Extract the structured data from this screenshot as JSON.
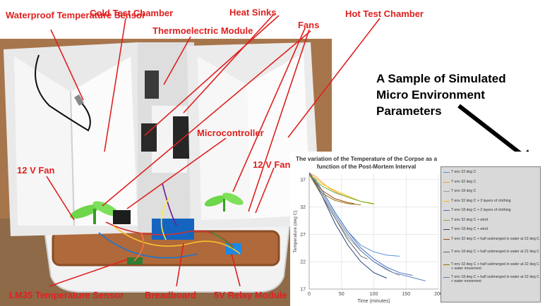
{
  "labels": {
    "waterproof_sensor": "Waterproof Temperature Sensor",
    "cold_chamber": "Cold Test Chamber",
    "heat_sinks": "Heat Sinks",
    "hot_chamber": "Hot Test Chamber",
    "thermoelectric": "Thermoelectric Module",
    "fans": "Fans",
    "microcontroller": "Microcontroller",
    "fan_left": "12 V Fan",
    "fan_right": "12 V Fan",
    "lm35": "LM35 Temperature Sensor",
    "breadboard": "Breadboard",
    "relay": "5V Relay Module"
  },
  "sample_heading": "A Sample of Simulated Micro Environment Parameters",
  "label_color": "#e02020",
  "chart_data": {
    "type": "line",
    "title": "The variation of the Temperature of the Corpse as a function of the Post-Mortem Interval",
    "xlabel": "Time (minutes)",
    "ylabel": "Temperature (deg C)",
    "xlim": [
      0,
      200
    ],
    "ylim": [
      17,
      38
    ],
    "xticks": [
      0,
      50,
      100,
      150,
      200
    ],
    "yticks": [
      17,
      22,
      27,
      32,
      37
    ],
    "grid": true,
    "legend_position": "right",
    "series": [
      {
        "name": "T env 22 deg C",
        "color": "#5b8fd0",
        "x": [
          0,
          10,
          20,
          40,
          60,
          80,
          100,
          120,
          140
        ],
        "y": [
          38.3,
          37.0,
          35.0,
          31.0,
          27.5,
          25.0,
          23.8,
          23.2,
          23.0
        ]
      },
      {
        "name": "T env 32 deg C",
        "color": "#f0a030",
        "x": [
          0,
          10,
          20,
          30,
          45,
          60,
          80,
          100
        ],
        "y": [
          38.2,
          37.6,
          36.5,
          35.5,
          34.5,
          33.8,
          33.0,
          32.6
        ]
      },
      {
        "name": "T env 18 deg C",
        "color": "#9a9a9a",
        "x": [
          0,
          20,
          40,
          60,
          80,
          100,
          120,
          140
        ],
        "y": [
          38.0,
          34.0,
          30.0,
          26.5,
          24.0,
          22.0,
          20.5,
          19.5
        ]
      },
      {
        "name": "T env 32 deg C + 3 layers of clothing",
        "color": "#ffc000",
        "x": [
          0,
          10,
          20,
          40,
          60,
          80,
          100
        ],
        "y": [
          38.0,
          37.2,
          36.2,
          35.0,
          34.0,
          33.0,
          32.5
        ]
      },
      {
        "name": "T env 18 deg C + 3 layers of clothing",
        "color": "#4472c4",
        "x": [
          0,
          20,
          40,
          60,
          80,
          100,
          120,
          140,
          160
        ],
        "y": [
          38.2,
          35.0,
          31.0,
          27.5,
          24.5,
          22.5,
          21.0,
          20.0,
          19.5
        ]
      },
      {
        "name": "T env 32 deg C + wind",
        "color": "#70ad47",
        "x": [
          0,
          10,
          20,
          40,
          60,
          80,
          100
        ],
        "y": [
          38.0,
          36.8,
          35.8,
          34.6,
          33.8,
          33.0,
          32.6
        ]
      },
      {
        "name": "T env 18 deg C + wind",
        "color": "#264478",
        "x": [
          0,
          20,
          40,
          60,
          80,
          100,
          120
        ],
        "y": [
          38.3,
          34.0,
          29.0,
          25.0,
          22.0,
          20.0,
          19.0
        ]
      },
      {
        "name": "T env 32 deg C + half submerged in water at 22 deg C",
        "color": "#9e480e",
        "x": [
          0,
          10,
          20,
          40,
          60,
          70
        ],
        "y": [
          38.0,
          36.5,
          35.0,
          33.5,
          32.8,
          32.6
        ]
      },
      {
        "name": "T env 18 deg C + half submerged in water at 22 deg C",
        "color": "#636363",
        "x": [
          0,
          20,
          40,
          60,
          80,
          90
        ],
        "y": [
          38.0,
          34.0,
          30.0,
          26.0,
          23.0,
          22.5
        ]
      },
      {
        "name": "T env 32 deg C + half submerged in water at 22 deg C + water movement",
        "color": "#997300",
        "x": [
          0,
          10,
          20,
          40,
          60,
          80
        ],
        "y": [
          38.0,
          36.0,
          34.5,
          33.2,
          32.6,
          32.4
        ]
      },
      {
        "name": "T env 18 deg C + half submerged in water at 22 deg C + water movement",
        "color": "#5a7db8",
        "x": [
          0,
          20,
          40,
          60,
          80,
          100,
          130,
          180
        ],
        "y": [
          38.2,
          34.5,
          30.5,
          27.0,
          24.0,
          22.0,
          20.0,
          18.5
        ]
      }
    ]
  }
}
